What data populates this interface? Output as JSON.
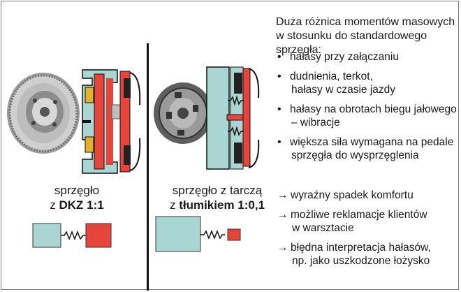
{
  "colors": {
    "accent_red": "#e5453a",
    "teal": "#a9d6d3",
    "dark": "#111111",
    "gold": "#e3b12c"
  },
  "left_caption": {
    "line1": "sprzęgło",
    "prefix": "z ",
    "bold": "DKZ 1:1"
  },
  "mid_caption": {
    "line1": "sprzęgło z tarczą",
    "prefix": "z ",
    "bold": "tłumikiem 1:0,1"
  },
  "heading": {
    "line1": "Duża różnica momentów masowych",
    "line2": "w stosunku do standardowego sprzęgła:"
  },
  "bullets": [
    {
      "line1": "hałasy przy załączaniu",
      "line2": ""
    },
    {
      "line1": "dudnienia, terkot,",
      "line2": "hałasy w czasie jazdy"
    },
    {
      "line1": "hałasy na obrotach biegu jałowego",
      "line2": "– wibracje"
    },
    {
      "line1": "większa siła wymagana na pedale",
      "line2": "sprzęgła do wysprzęglenia"
    }
  ],
  "arrow_glyph": "→",
  "arrows": [
    {
      "line1": "wyraźny spadek komfortu",
      "line2": ""
    },
    {
      "line1": "możliwe reklamacje klientów",
      "line2": "w warsztacie"
    },
    {
      "line1": "błędna interpretacja hałasów,",
      "line2": "np. jako uszkodzone łożysko"
    }
  ]
}
